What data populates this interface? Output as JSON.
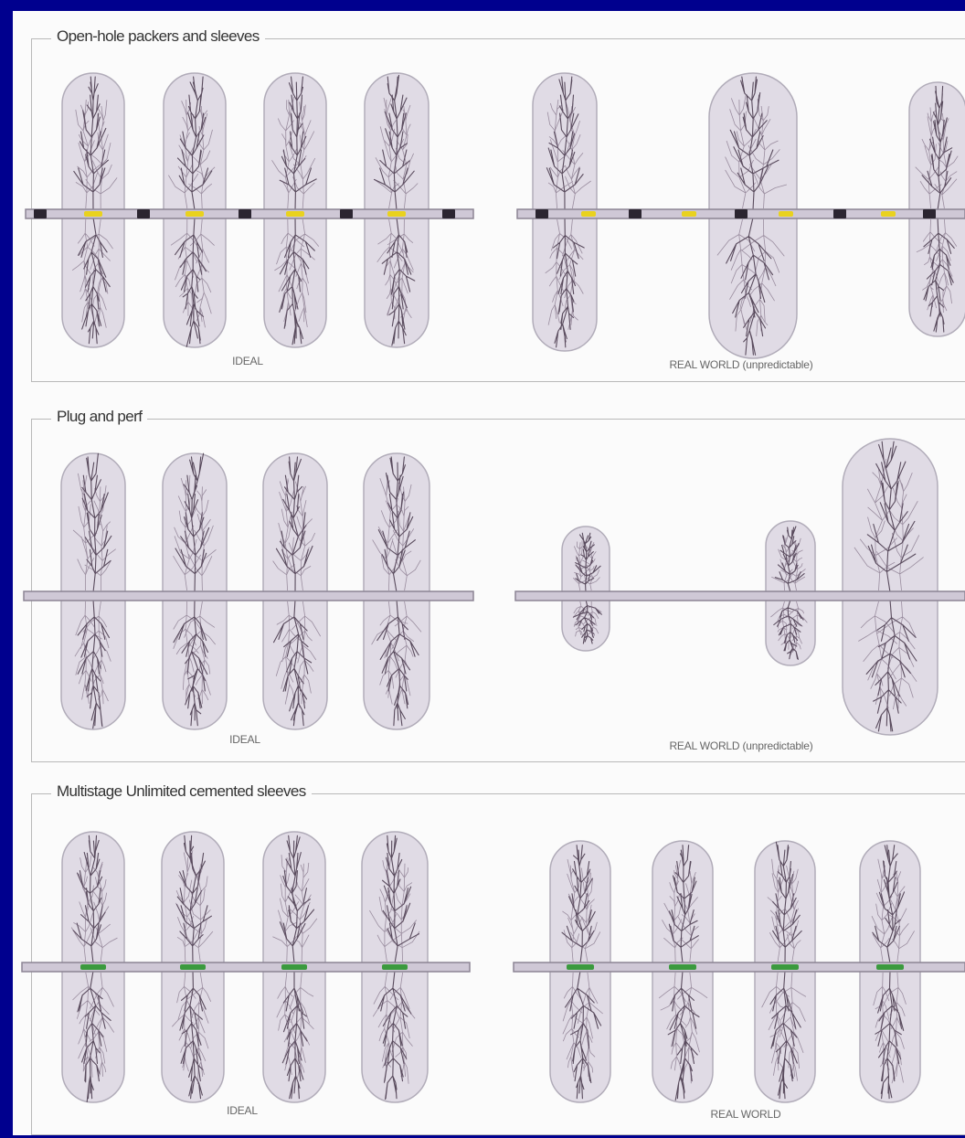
{
  "colors": {
    "background": "#00008e",
    "panel": "#fbfbfb",
    "fracture_fill": "#dcd6e2",
    "fracture_stroke": "#a59fae",
    "branch": "#4a3b4e",
    "pipe": "#8c8494",
    "packer": "#2b2530",
    "sleeve_yellow": "#e9d21e",
    "sleeve_green": "#3b9a3e"
  },
  "sections": [
    {
      "title": "Open-hole packers and sleeves",
      "ideal_caption": "IDEAL",
      "real_caption": "REAL WORLD (unpredictable)",
      "sleeve_icon": "yellow-sleeve-marker",
      "packer_icon": "packer-marker"
    },
    {
      "title": "Plug and perf",
      "ideal_caption": "IDEAL",
      "real_caption": "REAL WORLD (unpredictable)"
    },
    {
      "title": "Multistage Unlimited cemented sleeves",
      "ideal_caption": "IDEAL",
      "real_caption": "REAL WORLD",
      "sleeve_icon": "green-sleeve-marker"
    }
  ]
}
